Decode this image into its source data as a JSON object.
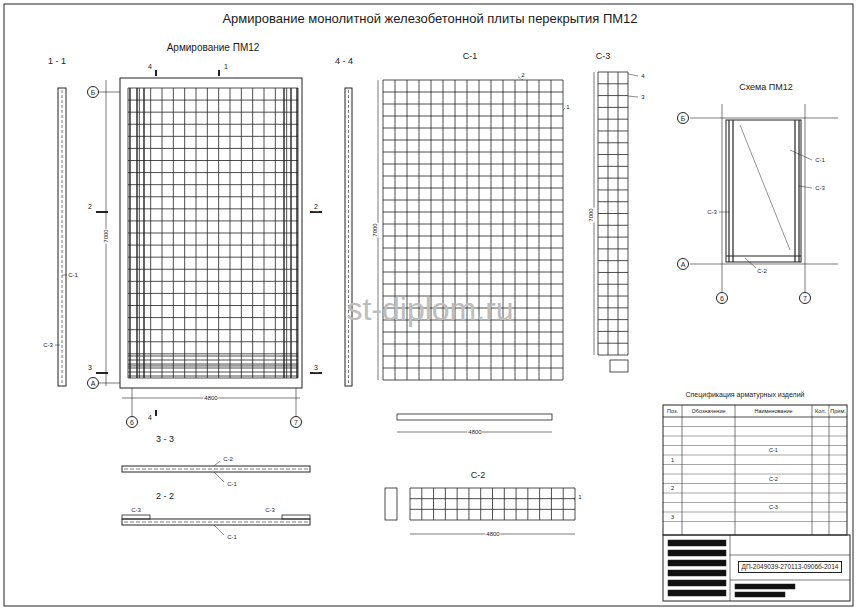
{
  "diagram": {
    "title": "Армирование монолитной железобетонной плиты перекрытия ПМ12",
    "nodes": [
      {
        "text": [
          "Б"
        ]
      },
      {
        "text": [
          "А"
        ]
      },
      {
        "text": [
          "6"
        ]
      },
      {
        "text": [
          "7"
        ]
      },
      {
        "text": [
          "Б"
        ]
      },
      {
        "text": [
          "А"
        ]
      },
      {
        "text": [
          "6"
        ]
      },
      {
        "text": [
          "7"
        ]
      },
      {
        "text": [
          "ДП-2049039-270113-0906б-2014"
        ]
      }
    ],
    "labels": [
      "Армирование ПМ12",
      "1 - 1",
      "4 - 4",
      "С-1",
      "С-3",
      "Схема ПМ12",
      "3 - 3",
      "2 - 2",
      "С-2",
      "Спецификация арматурных изделий",
      "st-diplom.ru",
      "7000",
      "4800",
      "С-1",
      "С-3",
      "4",
      "1",
      "4",
      "2",
      "2",
      "3",
      "3",
      "7000",
      "2",
      "1",
      "4800",
      "4",
      "3",
      "7000",
      "С-1",
      "С-3",
      "С-3",
      "С-2",
      "С-2",
      "С-1",
      "С-3",
      "С-3",
      "С-1",
      "1",
      "4800",
      "Поз.",
      "Обозначение",
      "Наименование",
      "Кол.",
      "Прим.",
      "С-1",
      "1",
      "С-2",
      "2",
      "С-3",
      "3"
    ]
  }
}
